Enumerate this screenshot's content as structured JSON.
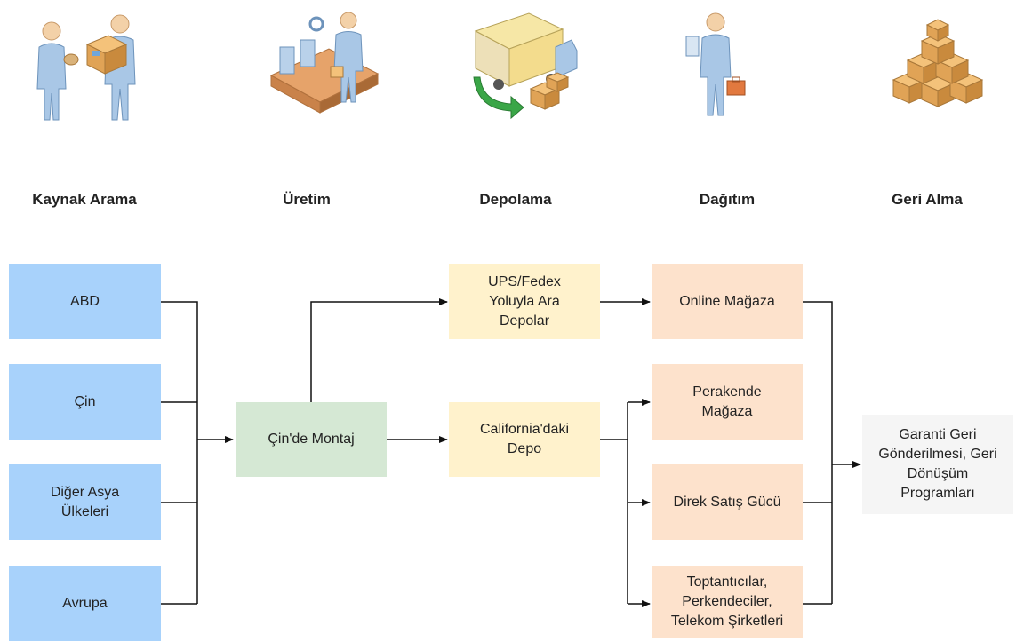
{
  "stages": [
    {
      "label": "Kaynak Arama",
      "icon": "sourcing-people-icon"
    },
    {
      "label": "Üretim",
      "icon": "manufacturing-icon"
    },
    {
      "label": "Depolama",
      "icon": "delivery-truck-icon"
    },
    {
      "label": "Dağıtım",
      "icon": "salesperson-icon"
    },
    {
      "label": "Geri Alma",
      "icon": "stacked-boxes-icon"
    }
  ],
  "sources": [
    "ABD",
    "Çin",
    "Diğer Asya\nÜlkeleri",
    "Avrupa"
  ],
  "assembly": "Çin'de Montaj",
  "warehouses": [
    "UPS/Fedex\nYoluyla Ara\nDepolar",
    "California'daki\nDepo"
  ],
  "channels": [
    "Online Mağaza",
    "Perakende\nMağaza",
    "Direk Satış Gücü",
    "Toptantıcılar,\nPerkendeciler,\nTelekom Şirketleri"
  ],
  "returns": "Garanti Geri\nGönderilmesi, Geri\nDönüşüm\nProgramları",
  "colors": {
    "source": "#a8d2fb",
    "assembly": "#d5e8d4",
    "warehouse": "#fff2cc",
    "channel": "#fde2cc",
    "returns": "#f5f5f5"
  }
}
